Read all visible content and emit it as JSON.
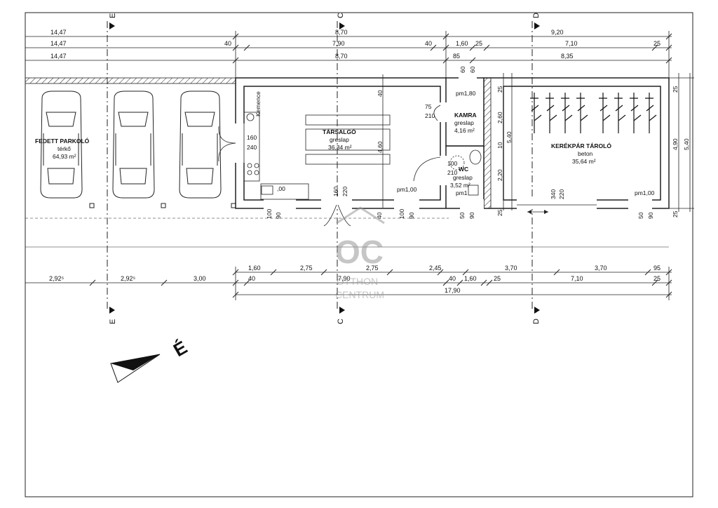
{
  "grid_markers": {
    "e": "E",
    "c": "C",
    "d": "D"
  },
  "top_dims": {
    "row1": {
      "left": "14,47",
      "mid": "8,70",
      "right": "9,20"
    },
    "row2": {
      "left": "14,47",
      "a": "40",
      "b": "7,90",
      "c": "40",
      "d": "1,60",
      "e": "25",
      "f": "7,10",
      "g": "25"
    },
    "row3": {
      "left": "14,47",
      "mid": "8,70",
      "a": "85",
      "b": "8,35"
    }
  },
  "bottom_dims": {
    "row1": [
      "1,60",
      "2,75",
      "2,75",
      "2,45",
      "3,70",
      "3,70",
      "95"
    ],
    "row2": [
      "2,92⁵",
      "2,92⁵",
      "3,00",
      "40",
      "7,90",
      "40",
      "1,60",
      "25",
      "7,10",
      "25"
    ],
    "row3": "17,90"
  },
  "rooms": {
    "parking": {
      "name": "FEDETT PARKOLÓ",
      "floor": "térkő",
      "area": "64,93 m²"
    },
    "lounge": {
      "name": "TÁRSALGÓ",
      "floor": "greslap",
      "area": "36,34 m²"
    },
    "pantry": {
      "name": "KAMRA",
      "floor": "greslap",
      "area": "4,16 m²"
    },
    "wc": {
      "name": "WC",
      "floor": "greslap",
      "area": "3,52 m²"
    },
    "bike": {
      "name": "KERÉKPÁR TÁROLÓ",
      "floor": "beton",
      "area": "35,64 m²"
    }
  },
  "labels": {
    "kemence": "Kemence",
    "lounge_h": "4,60",
    "d160": "160",
    "d240": "240",
    "pm180": "pm1,80",
    "d75": "75",
    "d210": "210",
    "d100": "100",
    "d210b": "210",
    "pm1a": "pm1,00",
    "pm1b": "pm1",
    "pm1c": "pm1,00",
    "counter": ",00",
    "v260": "2,60",
    "v10": "10",
    "v220": "2,20",
    "v540": "5,40",
    "v25a": "25",
    "v25b": "25",
    "r25": "25",
    "r490": "4,90",
    "r540": "5,40",
    "r25b": "25",
    "win_60a": "60",
    "win_60b": "60",
    "sill": [
      "100",
      "90",
      "160",
      "220",
      "40",
      "100",
      "90",
      "50",
      "90",
      "25",
      "340",
      "220",
      "50",
      "90"
    ],
    "north": "É",
    "v40": "40"
  },
  "watermark": {
    "logo": "OC",
    "line1": "OTTHON",
    "line2": "CENTRUM"
  }
}
